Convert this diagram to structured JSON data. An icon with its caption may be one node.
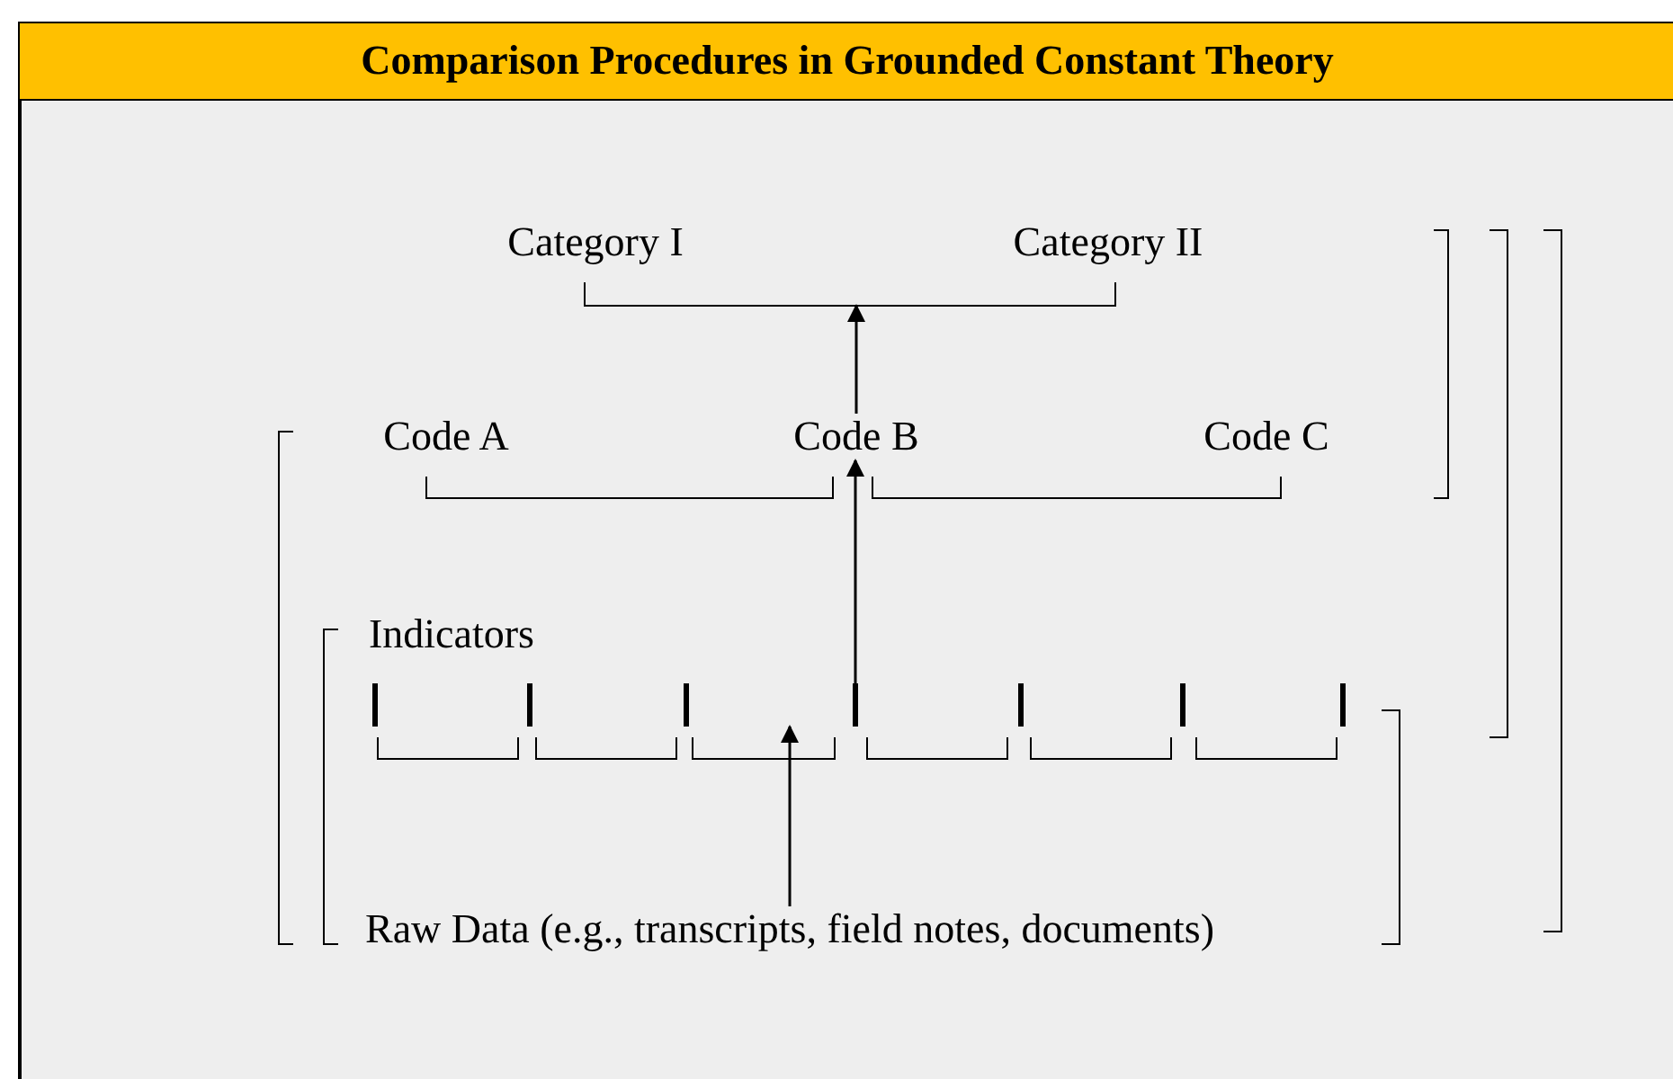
{
  "diagram": {
    "title": "Comparison Procedures in Grounded Constant Theory",
    "nodes": [
      {
        "text": [
          "Category I"
        ]
      },
      {
        "text": [
          "Category II"
        ]
      },
      {
        "text": [],
        "shape": "bracket"
      },
      {
        "text": [
          "Code A"
        ]
      },
      {
        "text": [
          "Code B"
        ]
      },
      {
        "text": [
          "Code C"
        ]
      },
      {
        "text": [
          "Indicators"
        ]
      },
      {
        "text": [],
        "shape": "bar"
      },
      {
        "text": [],
        "shape": "bar"
      },
      {
        "text": [],
        "shape": "bar"
      },
      {
        "text": [],
        "shape": "bar"
      },
      {
        "text": [],
        "shape": "bar"
      },
      {
        "text": [],
        "shape": "bar"
      },
      {
        "text": [],
        "shape": "bar"
      },
      {
        "text": [
          "Raw Data (e.g., transcripts, field notes, documents)"
        ]
      }
    ],
    "edges": [
      {
        "from": 4,
        "to": 2,
        "arrow": "to"
      },
      {
        "from": 10,
        "to": 4,
        "arrow": "to"
      },
      {
        "from": 14,
        "to": 10,
        "arrow": "to"
      }
    ]
  }
}
